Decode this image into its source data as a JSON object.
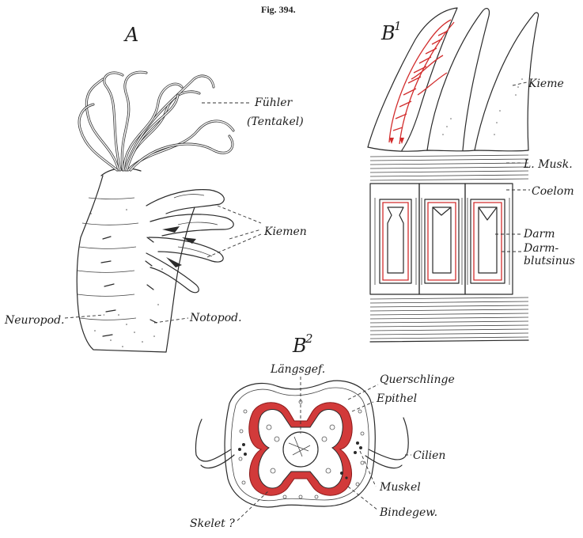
{
  "figure_number": "Fig. 394.",
  "panels": {
    "A": {
      "letter": "A",
      "labels": {
        "fuehler": "Fühler",
        "tentakel": "(Tentakel)",
        "kiemen": "Kiemen",
        "neuropod": "Neuropod.",
        "notopod": "Notopod."
      }
    },
    "B1": {
      "letter": "B",
      "superscript": "1",
      "labels": {
        "kieme": "Kieme",
        "l_musk": "L. Musk.",
        "coelom": "Coelom",
        "darm": "Darm",
        "darmblutsinus_1": "Darm-",
        "darmblutsinus_2": "blutsinus"
      }
    },
    "B2": {
      "letter": "B",
      "superscript": "2",
      "labels": {
        "laengsgef": "Längsgef.",
        "querschlinge": "Querschlinge",
        "epithel": "Epithel",
        "cilien": "Cilien",
        "muskel": "Muskel",
        "bindegew": "Bindegew.",
        "skelet": "Skelet ?"
      }
    }
  },
  "colors": {
    "ink": "#2a2a2a",
    "blood_vessel_red": "#d22d2d",
    "paper": "#ffffff"
  }
}
